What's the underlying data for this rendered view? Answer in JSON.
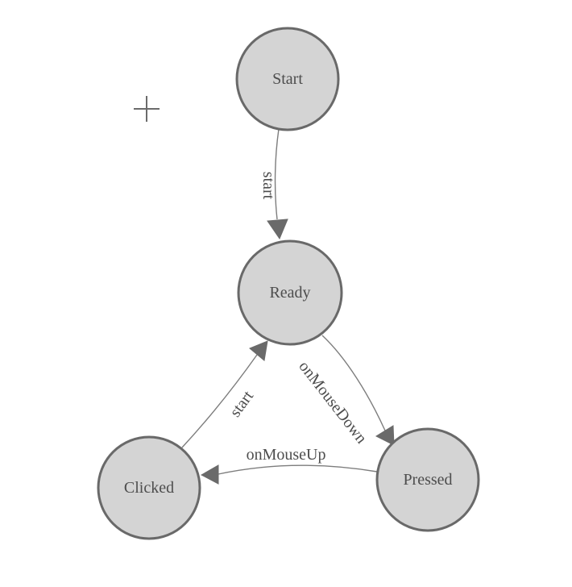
{
  "diagram": {
    "kind": "finite-state-machine",
    "nodes": [
      {
        "id": "start",
        "label": "Start"
      },
      {
        "id": "ready",
        "label": "Ready"
      },
      {
        "id": "clicked",
        "label": "Clicked"
      },
      {
        "id": "pressed",
        "label": "Pressed"
      }
    ],
    "edges": [
      {
        "from": "Start",
        "to": "Ready",
        "label": "start"
      },
      {
        "from": "Ready",
        "to": "Pressed",
        "label": "onMouseDown"
      },
      {
        "from": "Pressed",
        "to": "Clicked",
        "label": "onMouseUp"
      },
      {
        "from": "Clicked",
        "to": "Ready",
        "label": "start"
      }
    ],
    "icons": [
      {
        "name": "origin-crosshair-icon",
        "glyph": "+"
      }
    ],
    "colors": {
      "background": "#ffffff",
      "node_fill": "#d4d4d4",
      "node_stroke": "#696969",
      "edge_line": "#7d7d7d",
      "arrowhead": "#6a6a6a",
      "text": "#4d4d4d",
      "crosshair": "#6b6b6b"
    }
  }
}
